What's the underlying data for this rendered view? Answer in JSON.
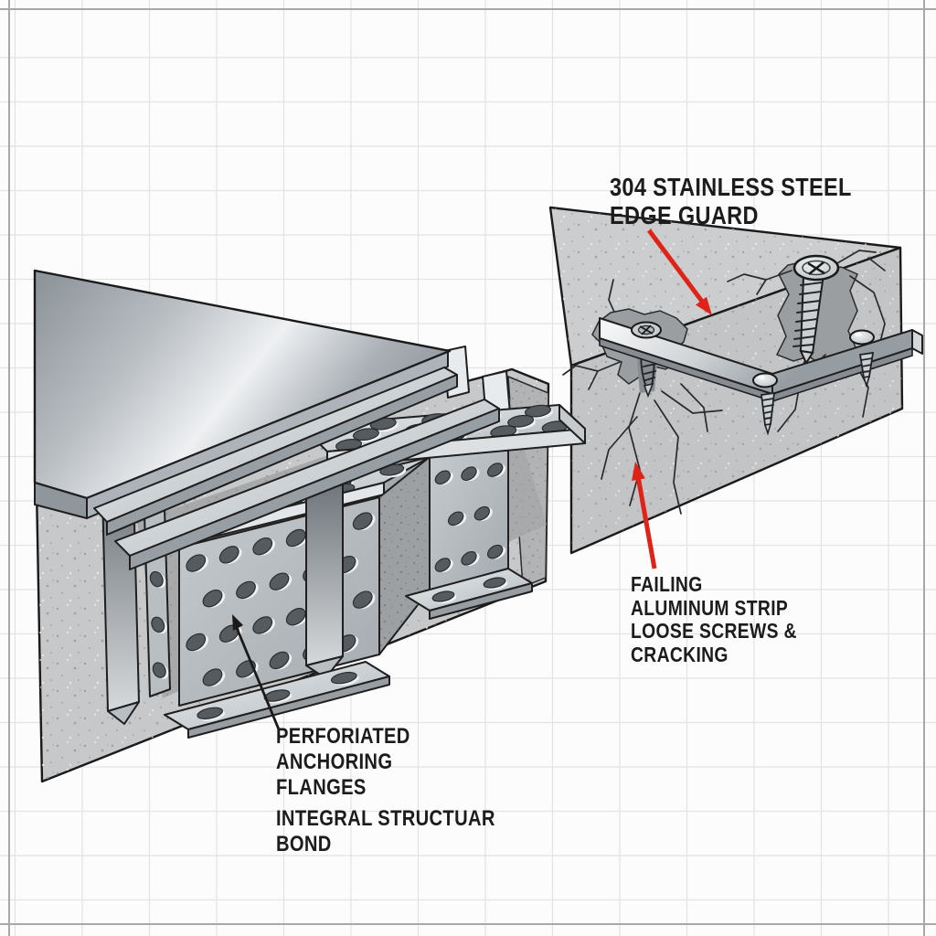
{
  "meta": {
    "description": "Technical comparison illustration: stainless steel edge guard with perforated anchoring flanges (left cutaway) versus failing aluminum strip with loose screws and cracked concrete (right)."
  },
  "labels": {
    "edge_guard": [
      "304 STAINLESS STEEL",
      "EDGE GUARD"
    ],
    "failing": [
      "FAILING",
      "ALUMINUM STRIP",
      "LOOSE SCREWS &",
      "CRACKING"
    ],
    "flanges": [
      "PERFORIATED",
      "ANCHORING",
      "FLANGES"
    ],
    "bond": [
      "INTEGRAL STRUCTUAR",
      "BOND"
    ]
  },
  "colors": {
    "annotation_red": "#df2318",
    "ink": "#1c1c1c",
    "background": "#fcfcfc",
    "grid_line": "#e3e3e5",
    "grid_frame": "#a8a8aa",
    "concrete_light": "#c7c8c9",
    "concrete_shadow": "#b2b3b5",
    "metal_bright": "#eef0f2",
    "metal_dark": "#8a9096"
  },
  "grid": {
    "v_start": 16.5,
    "v_step": 73.5,
    "h_start": 63,
    "h_step": 48.5,
    "frame_inset": 10
  }
}
